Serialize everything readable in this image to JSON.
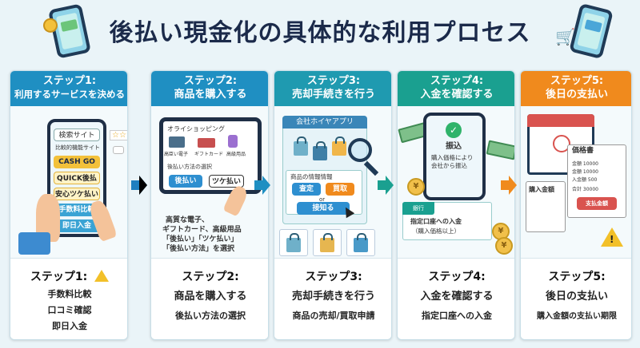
{
  "title": "後払い現金化の具体的な利用プロセス",
  "colors": {
    "step1": "#1f8fc2",
    "step2": "#1f8fc2",
    "step3": "#1f9ab0",
    "step4": "#1aa090",
    "step5": "#f08a1d",
    "arrow_blue": "#1f7fc0",
    "arrow_teal": "#1aa090",
    "arrow_orange": "#f08a1d"
  },
  "steps": [
    {
      "head_line1": "ステップ1:",
      "head_line2": "利用するサービスを決める",
      "art": {
        "search": "検索サイト",
        "compare": "比較的機能サイト",
        "opt1": "CASH GO",
        "opt2": "QUICK後払い",
        "opt3": "安心ツケ払い",
        "opt4": "手数料比較",
        "opt5": "即日入金",
        "rating": "☆☆☆"
      },
      "cap_title": "ステップ1:",
      "cap_lines": [
        "手数料比較",
        "口コミ確認",
        "即日入金"
      ]
    },
    {
      "head_line1": "ステップ2:",
      "head_line2": "商品を購入する",
      "art": {
        "shop": "オライショッピング",
        "item1": "高臣い電子",
        "item2": "ギフトカード",
        "item3": "高級用品",
        "pay_select": "後払い方法の選択",
        "btn1": "後払い",
        "btn2": "ツケ払い",
        "note1": "高質な電子、",
        "note2": "ギフトカード、高級用品",
        "note3": "「後払い」「ツケ払い」",
        "note4": "「後払い方法」を選択"
      },
      "cap_title": "ステップ2:",
      "cap_lines": [
        "商品を購入する",
        "後払い方法の選択"
      ]
    },
    {
      "head_line1": "ステップ3:",
      "head_line2": "売却手続きを行う",
      "art": {
        "app": "会社ホイヤアプリ",
        "info": "商品の情報情報",
        "btn1": "査定",
        "btn2": "買取",
        "or": "or",
        "btn3": "接知る"
      },
      "cap_title": "ステップ3:",
      "cap_lines": [
        "売却手続きを行う",
        "商品の売却/買取申請"
      ]
    },
    {
      "head_line1": "ステップ4:",
      "head_line2": "入金を確認する",
      "art": {
        "deposit": "振込",
        "deposit_line1": "購入価格により",
        "deposit_line2": "会社から振込",
        "bank": "銀行",
        "bank_line1": "指定口座への入金",
        "bank_line2": "（購入価格以上）",
        "yen": "¥"
      },
      "cap_title": "ステップ4:",
      "cap_lines": [
        "入金を確認する",
        "指定口座への入金"
      ]
    },
    {
      "head_line1": "ステップ5:",
      "head_line2": "後日の支払い",
      "art": {
        "invoice": "価格書",
        "amount": "購入金額",
        "inv_rows": [
          "金額  10000",
          "金額  10000",
          "入金額  500",
          "合計  30000"
        ],
        "pay_btn": "支払金額"
      },
      "cap_title": "ステップ5:",
      "cap_lines": [
        "後日の支払い",
        "購入金額の支払い期限"
      ]
    }
  ]
}
